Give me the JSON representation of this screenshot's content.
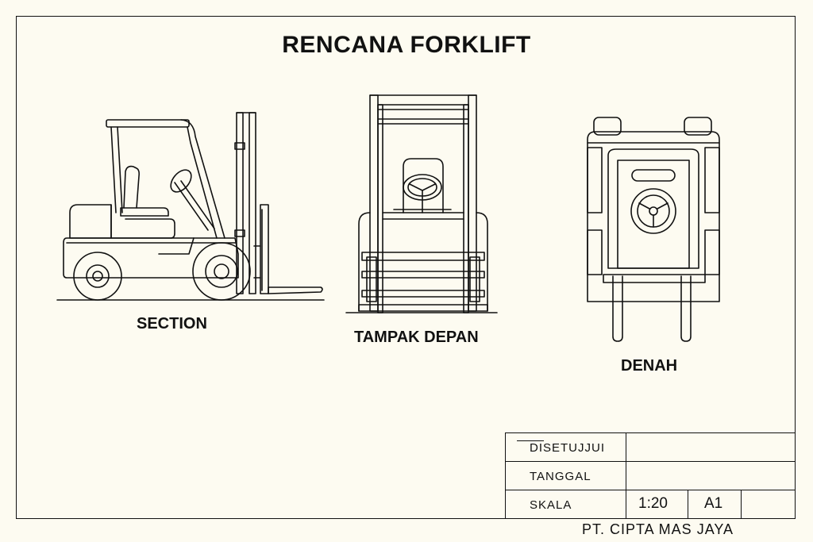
{
  "drawing": {
    "title": "RENCANA FORKLIFT",
    "views": [
      {
        "label": "SECTION"
      },
      {
        "label": "TAMPAK DEPAN"
      },
      {
        "label": "DENAH"
      }
    ]
  },
  "title_block": {
    "approved_label": "DISETUJJUI",
    "date_label": "TANGGAL",
    "scale_label": "SKALA",
    "scale_value": "1:20",
    "sheet_size": "A1"
  },
  "company": "PT. CIPTA MAS JAYA",
  "colors": {
    "ink": "#111111",
    "paper": "#fdfbf1"
  }
}
